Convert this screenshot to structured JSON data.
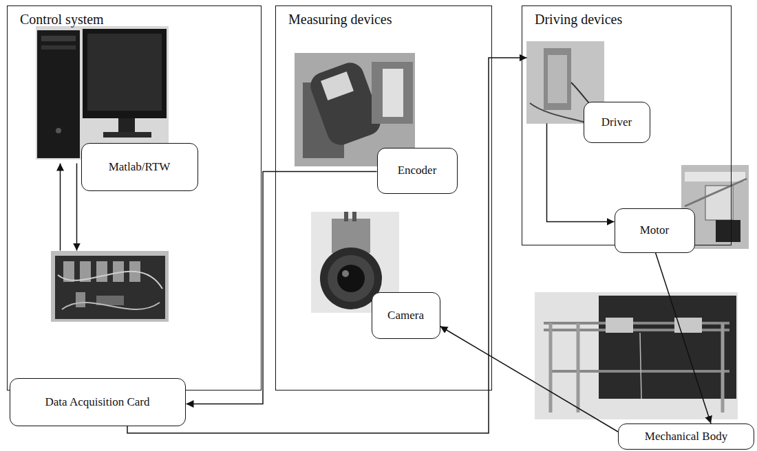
{
  "diagram": {
    "nodes": [
      {
        "text": [
          "Control system"
        ]
      },
      {
        "text": [
          "Matlab/RTW"
        ],
        "in": 0
      },
      {
        "text": [
          "Data Acquisition Card"
        ],
        "in": 0
      },
      {
        "text": [
          "Measuring devices"
        ]
      },
      {
        "text": [
          "Encoder"
        ],
        "in": 3
      },
      {
        "text": [
          "Camera"
        ],
        "in": 3
      },
      {
        "text": [
          "Driving devices"
        ]
      },
      {
        "text": [
          "Driver"
        ],
        "in": 6
      },
      {
        "text": [
          "Motor"
        ],
        "in": 6
      },
      {
        "text": [
          "Mechanical Body"
        ]
      }
    ],
    "edges": [
      {
        "from": 2,
        "to": 1,
        "arrow": "to"
      },
      {
        "from": 1,
        "to": 2,
        "arrow": "to"
      },
      {
        "from": 4,
        "to": 2,
        "arrow": "to"
      },
      {
        "from": 2,
        "to": 7,
        "arrow": "to"
      },
      {
        "from": 7,
        "to": 8,
        "arrow": "to"
      },
      {
        "from": 8,
        "to": 9,
        "arrow": "to"
      },
      {
        "from": 9,
        "to": 5,
        "arrow": "to"
      }
    ]
  }
}
